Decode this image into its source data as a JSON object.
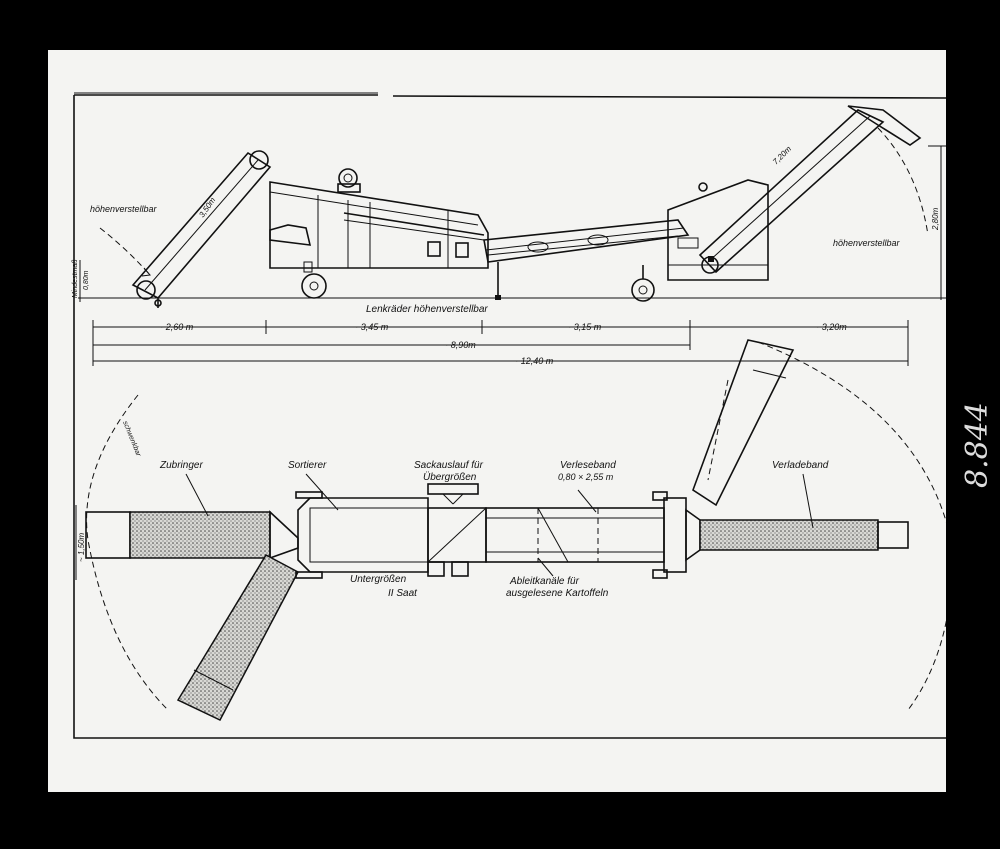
{
  "side_view": {
    "label_left_adjustable": "höhenverstellbar",
    "label_right_adjustable": "höhenverstellbar",
    "label_min_height": "Mindestmaß",
    "dim_min_height": "0,80m",
    "dim_left_conveyor": "3,50m",
    "dim_right_conveyor": "7,20m",
    "dim_right_height": "2,80m",
    "label_wheels": "Lenkräder höhenverstellbar"
  },
  "dimensions": {
    "seg1": "~ 2,60 m",
    "seg2": "~ 3,45 m",
    "seg3": "~ 3,15 m",
    "seg4": "~ 3,20m",
    "mid_total": "~ 8,90m",
    "overall_total": "~ 12,40 m"
  },
  "plan_view": {
    "label_zubringer": "Zubringer",
    "label_sortierer": "Sortierer",
    "label_sackauslauf_1": "Sackauslauf für",
    "label_sackauslauf_2": "Übergrößen",
    "label_verleseband": "Verleseband",
    "label_verleseband_dim": "0,80 × 2,55 m",
    "label_verladeband": "Verladeband",
    "label_schwenkbar": "schwenkbar",
    "label_width": "~ 1,50m",
    "label_untergroessen": "Untergrößen",
    "label_saat": "II Saat",
    "label_ableit_1": "Ableitkanäle für",
    "label_ableit_2": "ausgelesene Kartoffeln"
  },
  "margin_note": "8.844"
}
